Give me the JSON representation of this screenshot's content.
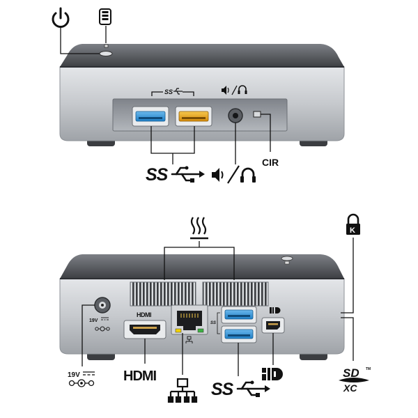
{
  "front": {
    "ir_label": "CIR",
    "usb_bracket_label": "SS",
    "usb_callout_label": "SS",
    "power_icon": "power-icon",
    "drive_icon": "hard-drive-icon"
  },
  "back": {
    "heat_icon": "heat-vent-icon",
    "lock_icon": "kensington-lock-icon",
    "dc_voltage_small": "19V",
    "dc_voltage": "19V",
    "hdmi_small": "HDMI",
    "hdmi_label": "HDMI",
    "usb_label": "SS",
    "displayport_icon": "mini-displayport-icon",
    "sd_label_top": "SD",
    "sd_label_bottom": "XC",
    "tm": "TM"
  },
  "colors": {
    "usb3_blue": "#2a8fd4",
    "usb_charging_orange": "#e8a21a",
    "chassis_top": "#55575c",
    "chassis_front": "#c4c7cb",
    "port_panel": "#9ea2a8",
    "ethernet_led_yellow": "#f2d200",
    "ethernet_led_green": "#3cb043"
  }
}
